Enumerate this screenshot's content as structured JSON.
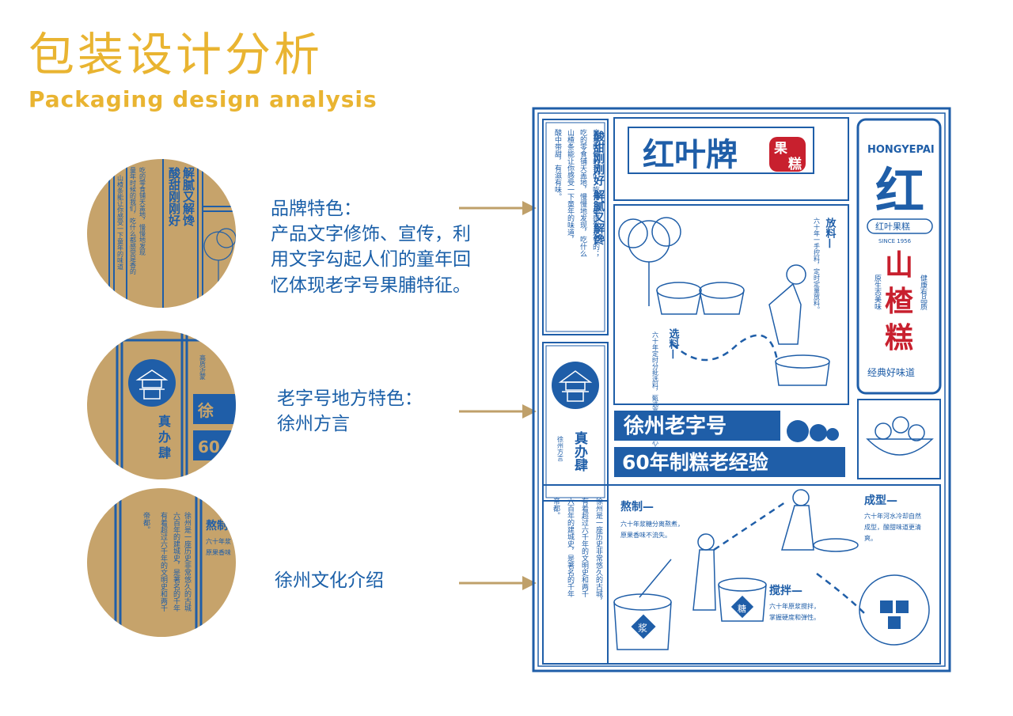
{
  "title": {
    "cn": "包装设计分析",
    "en": "Packaging design analysis"
  },
  "callouts": [
    {
      "label_lines": [
        "品牌特色：",
        "产品文字修饰、宣传，利",
        "用文字勾起人们的童年回",
        "忆体现老字号果脯特征。"
      ]
    },
    {
      "label_lines": [
        "老字号地方特色：",
        "徐州方言"
      ]
    },
    {
      "label_lines": [
        "徐州文化介绍"
      ]
    }
  ],
  "package": {
    "brand_name": "红叶牌",
    "brand_seal": "果糕",
    "brand_en": "HONGYEPAI",
    "logo_char": "红",
    "logo_sub": "红叶果糕",
    "since": "SINCE 1956",
    "product": [
      "山",
      "楂",
      "糕"
    ],
    "side_text_left": "原生态美味",
    "side_text_right": "健康有品质",
    "tagline_bottom": "经典好味道",
    "slogan_vertical": "酸甜刚刚好 解腻又解馋",
    "childhood_text": "童年时候的我们，吃什么都感觉是香的；随着年龄的增长，好吃的零食铺天盖地，慢慢地发现，吃什么都没有味道了。也许山楂条能让你感受一下童年的味道，酸中带甜，有滋有味。",
    "step_fangliao": "放料—",
    "step_fangliao_desc": "六十年一手控料，定时定量放料。",
    "step_xuanliao": "选料—",
    "step_xuanliao_desc": "六十年定时分批选料，甄选高质沂蒙红心山楂。",
    "zhen_label": "真办肆",
    "dialect_sub": "徐州方言",
    "banner1": "徐州老字号",
    "banner2": "60年制糕老经验",
    "step_aozhi": "熬制—",
    "step_aozhi_desc1": "六十年浆糖分离熬煮，",
    "step_aozhi_desc2": "原果香味不流失。",
    "step_chengxing": "成型—",
    "step_chengxing_desc1": "六十年河水冷却自然",
    "step_chengxing_desc2": "成型，酸甜味道更清",
    "step_chengxing_desc3": "爽。",
    "step_jiaoban": "搅拌—",
    "step_jiaoban_desc1": "六十年原浆搅拌，",
    "step_jiaoban_desc2": "掌握硬度和弹性。",
    "culture_text": "徐州是一座历史非常悠久的古城，有着超过六千年的文明史和两千六百年的建城史，是著名的千年帝都。",
    "pot_label1": "浆",
    "pot_label2": "糖"
  },
  "colors": {
    "title_yellow": "#e9b431",
    "blue": "#1f5ea8",
    "callout_blue": "#1a5fa8",
    "kraft": "#c6a36b",
    "red": "#c8202e",
    "arrow": "#bfa06a"
  },
  "icons": [
    "arrow-right-icon",
    "pagoda-icon",
    "tree-icon",
    "fruit-icon"
  ]
}
